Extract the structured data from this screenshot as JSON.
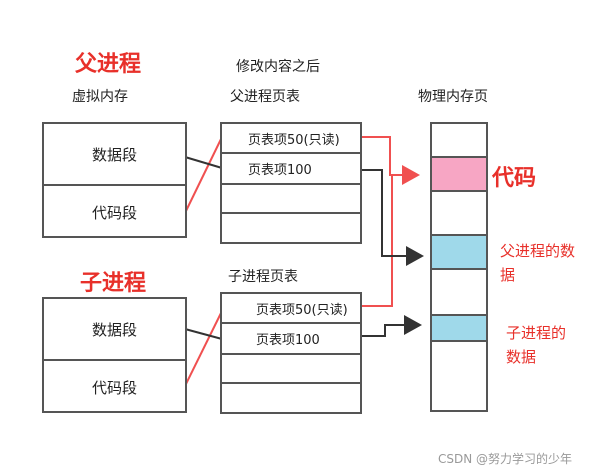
{
  "parent": {
    "title": "父进程",
    "virtual_memory_label": "虚拟内存",
    "segments": [
      "数据段",
      "代码段"
    ],
    "page_table_note": "修改内容之后",
    "page_table_label": "父进程页表",
    "page_table_entries": [
      "页表项50(只读)",
      "页表项100"
    ]
  },
  "child": {
    "title": "子进程",
    "segments": [
      "数据段",
      "代码段"
    ],
    "page_table_label": "子进程页表",
    "page_table_entries": [
      "页表项50(只读)",
      "页表项100"
    ]
  },
  "physical_memory": {
    "label": "物理内存页",
    "code_label": "代码",
    "parent_data_label_line1": "父进程的数",
    "parent_data_label_line2": "据",
    "child_data_label_line1": "子进程的",
    "child_data_label_line2": "数据"
  },
  "colors": {
    "red": "#e8302a",
    "pink": "#f7a6c4",
    "cyan": "#9fd9ea",
    "border": "#555555"
  },
  "watermark": "CSDN @努力学习的少年"
}
